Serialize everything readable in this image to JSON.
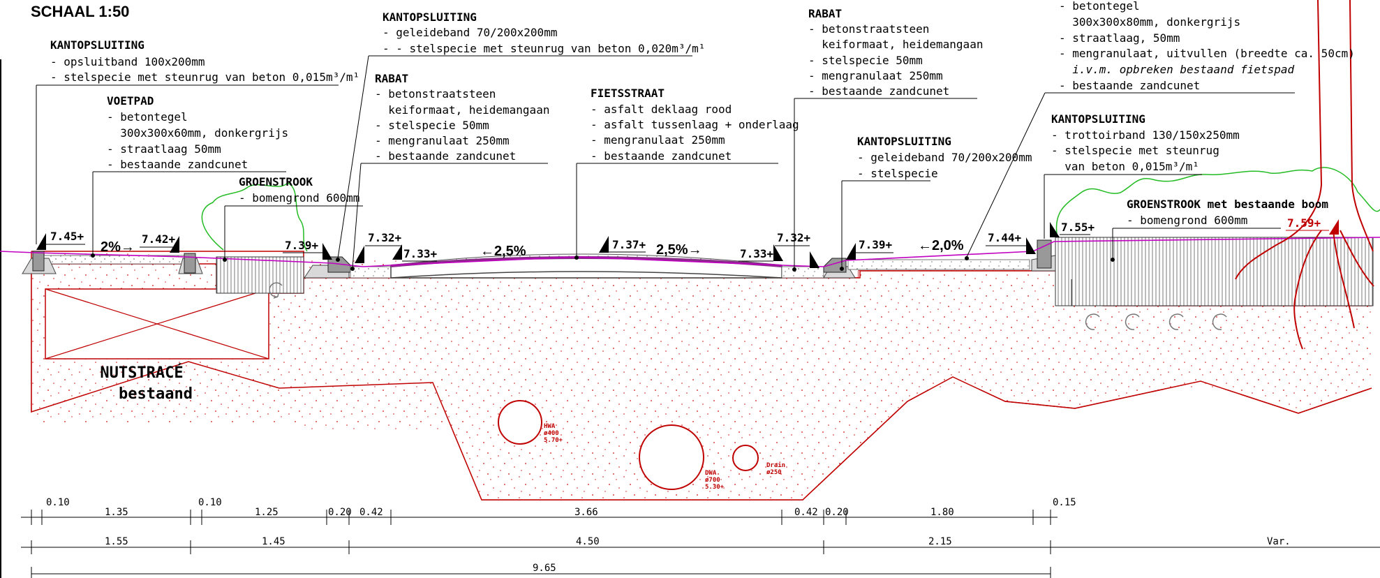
{
  "scale": "SCHAAL 1:50",
  "blocks": [
    {
      "id": "kant1",
      "lines": [
        "KANTOPSLUITING",
        "- opsluitband 100x200mm",
        "- stelspecie met steunrug van beton 0,015m³/m¹"
      ]
    },
    {
      "id": "voetpad",
      "lines": [
        "VOETPAD",
        "- betontegel",
        "  300x300x60mm, donkergrijs",
        "- straatlaag 50mm",
        "- bestaande zandcunet"
      ]
    },
    {
      "id": "groen1",
      "lines": [
        "GROENSTROOK",
        "- bomengrond 600mm"
      ]
    },
    {
      "id": "kant2",
      "lines": [
        "KANTOPSLUITING",
        "- geleideband 70/200x200mm",
        "- - stelspecie met steunrug van beton 0,020m³/m¹"
      ]
    },
    {
      "id": "rabat1",
      "lines": [
        "RABAT",
        "- betonstraatsteen",
        "  keiformaat, heidemangaan",
        "- stelspecie 50mm",
        "- mengranulaat 250mm",
        "- bestaande zandcunet"
      ]
    },
    {
      "id": "fiets",
      "lines": [
        "FIETSSTRAAT",
        "- asfalt deklaag rood",
        "- asfalt tussenlaag + onderlaag",
        "- mengranulaat 250mm",
        "- bestaande zandcunet"
      ]
    },
    {
      "id": "rabat2",
      "lines": [
        "RABAT",
        "- betonstraatsteen",
        "  keiformaat, heidemangaan",
        "- stelspecie 50mm",
        "- mengranulaat 250mm",
        "- bestaande zandcunet"
      ]
    },
    {
      "id": "kant3",
      "lines": [
        "KANTOPSLUITING",
        "- geleideband 70/200x200mm",
        "- stelspecie"
      ]
    },
    {
      "id": "voetpad2",
      "lines": [
        "- betontegel",
        "  300x300x80mm, donkergrijs",
        "- straatlaag, 50mm",
        "- mengranulaat, uitvullen (breedte ca. 50cm)",
        "  i.v.m. opbreken bestaand fietspad",
        "- bestaande zandcunet"
      ]
    },
    {
      "id": "kant4",
      "lines": [
        "KANTOPSLUITING",
        "- trottoirband 130/150x250mm",
        "- stelspecie met steunrug",
        "  van beton 0,015m³/m¹"
      ]
    },
    {
      "id": "groen2",
      "lines": [
        "GROENSTROOK met bestaande boom",
        "- bomengrond 600mm"
      ]
    }
  ],
  "levels": [
    "7.45+",
    "7.42+",
    "7.39+",
    "7.32+",
    "7.33+",
    "7.37+",
    "7.33+",
    "7.32+",
    "7.39+",
    "7.44+",
    "7.55+",
    "7.59+"
  ],
  "slopes": [
    "2%→",
    "←2,5%",
    "2,5%→",
    "←2,0%"
  ],
  "utility": {
    "title": "NUTSTRACÉ",
    "subtitle": "bestaand"
  },
  "pipes": [
    {
      "label": [
        "HWA",
        "ø400",
        "5.70+"
      ]
    },
    {
      "label": [
        "DWA",
        "ø700",
        "5.30+"
      ]
    },
    {
      "label": [
        "Drain",
        "ø250"
      ]
    }
  ],
  "dims_row1": [
    "0.10",
    "1.35",
    "0.10",
    "1.25",
    "0.20",
    "0.42",
    "3.66",
    "0.42",
    "0.20",
    "1.80",
    "0.15"
  ],
  "dims_row2": [
    "1.55",
    "1.45",
    "4.50",
    "2.15",
    "Var."
  ],
  "dims_total": "9.65",
  "colors": {
    "soil": "#c00000",
    "grass": "#22bb22",
    "surface": "#c000c0",
    "tree": "#c00000",
    "lines": "#000000"
  }
}
